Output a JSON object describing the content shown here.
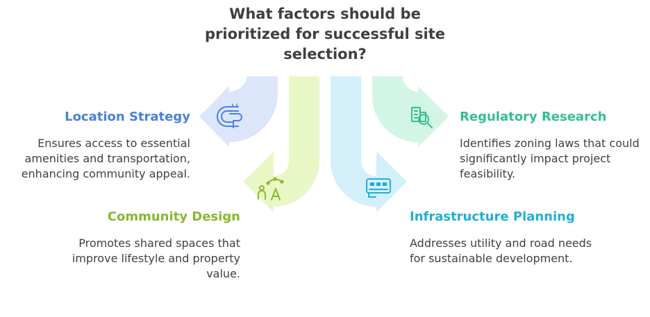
{
  "title": "What factors should be prioritized for successful site selection?",
  "colors": {
    "location": "#4a7fe0",
    "community": "#87b832",
    "infrastructure": "#21aed6",
    "regulatory": "#33c08a",
    "text": "#3f3f3f"
  },
  "items": [
    {
      "heading": "Location Strategy",
      "description": "Ensures access to essential amenities and transportation, enhancing community appeal.",
      "icon": "road-interchange-icon"
    },
    {
      "heading": "Community Design",
      "description": "Promotes shared spaces that improve lifestyle and property value.",
      "icon": "community-people-icon"
    },
    {
      "heading": "Infrastructure Planning",
      "description": "Addresses utility and road needs for sustainable development.",
      "icon": "conveyor-machine-icon"
    },
    {
      "heading": "Regulatory Research",
      "description": "Identifies zoning laws that could significantly impact project feasibility.",
      "icon": "building-search-icon"
    }
  ]
}
